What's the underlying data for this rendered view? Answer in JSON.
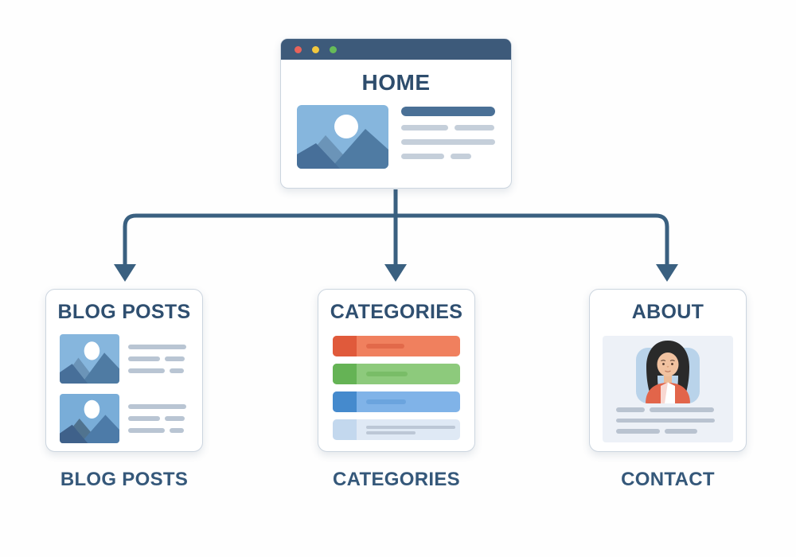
{
  "nodes": {
    "home": {
      "title": "HOME"
    },
    "blog": {
      "title": "BLOG POSTS",
      "caption": "BLOG POSTS"
    },
    "categories": {
      "title": "CATEGORIES",
      "caption": "CATEGORIES"
    },
    "about": {
      "title": "ABOUT",
      "caption": "CONTACT"
    }
  },
  "colors": {
    "title_text": "#2e4d6d",
    "caption_text": "#35587a",
    "connector": "#3a6080",
    "browser_header": "#3d5a7a",
    "window_dot_red": "#e8635a",
    "window_dot_yellow": "#f2c83e",
    "window_dot_green": "#66bb58",
    "image_sky": "#86b6dd",
    "mountain_light": "#6b94b8",
    "mountain_dark": "#4f7ba3",
    "skeleton_line": "#bcc7d6",
    "skeleton_line_dark": "#4a7096",
    "category_orange": "#f0805e",
    "category_orange_dark": "#e05a3b",
    "category_green": "#8dca7c",
    "category_green_dark": "#65b355",
    "category_blue": "#80b3e8",
    "category_blue_dark": "#458acd",
    "category_pale": "#dfe9f5",
    "about_panel_bg": "#edf1f7",
    "avatar_bg": "#b9d3ea",
    "avatar_hair": "#2a2a2a",
    "avatar_skin": "#f1c2a0",
    "avatar_cardigan": "#e2654a"
  }
}
